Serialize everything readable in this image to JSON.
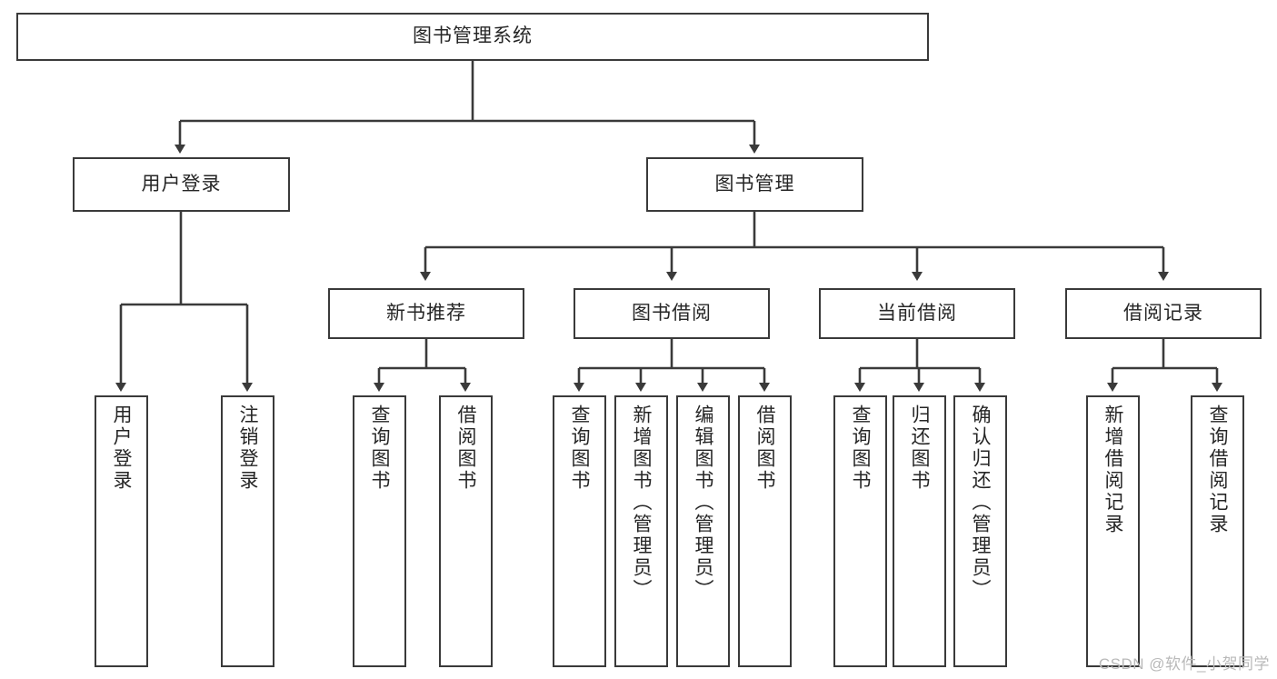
{
  "diagram": {
    "type": "tree-hierarchy-chart",
    "title": "图书管理系统",
    "root": {
      "label": "图书管理系统"
    },
    "level1": [
      {
        "id": "user-login",
        "label": "用户登录"
      },
      {
        "id": "book-management",
        "label": "图书管理"
      }
    ],
    "level2": [
      {
        "id": "new-book-recommend",
        "label": "新书推荐"
      },
      {
        "id": "book-borrow",
        "label": "图书借阅"
      },
      {
        "id": "current-borrow",
        "label": "当前借阅"
      },
      {
        "id": "borrow-record",
        "label": "借阅记录"
      }
    ],
    "leaves": [
      {
        "id": "leaf-user-login",
        "parent": "user-login",
        "label": "用户登录"
      },
      {
        "id": "leaf-logout",
        "parent": "user-login",
        "label": "注销登录"
      },
      {
        "id": "leaf-query-book-1",
        "parent": "new-book-recommend",
        "label": "查询图书"
      },
      {
        "id": "leaf-borrow-book-1",
        "parent": "new-book-recommend",
        "label": "借阅图书"
      },
      {
        "id": "leaf-query-book-2",
        "parent": "book-borrow",
        "label": "查询图书"
      },
      {
        "id": "leaf-add-book",
        "parent": "book-borrow",
        "label": "新增图书（管理员）"
      },
      {
        "id": "leaf-edit-book",
        "parent": "book-borrow",
        "label": "编辑图书（管理员）"
      },
      {
        "id": "leaf-borrow-book-2",
        "parent": "book-borrow",
        "label": "借阅图书"
      },
      {
        "id": "leaf-query-book-3",
        "parent": "current-borrow",
        "label": "查询图书"
      },
      {
        "id": "leaf-return-book",
        "parent": "current-borrow",
        "label": "归还图书"
      },
      {
        "id": "leaf-confirm-return",
        "parent": "current-borrow",
        "label": "确认归还（管理员）"
      },
      {
        "id": "leaf-add-record",
        "parent": "borrow-record",
        "label": "新增借阅记录"
      },
      {
        "id": "leaf-query-record",
        "parent": "borrow-record",
        "label": "查询借阅记录"
      }
    ],
    "colors": {
      "box_border": "#3a3a3a",
      "box_fill": "#ffffff",
      "connector": "#3a3a3a",
      "text": "#262626",
      "watermark": "#b9b9b9",
      "background": "#ffffff"
    }
  },
  "watermark": {
    "text": "CSDN @软件_小贺同学"
  }
}
